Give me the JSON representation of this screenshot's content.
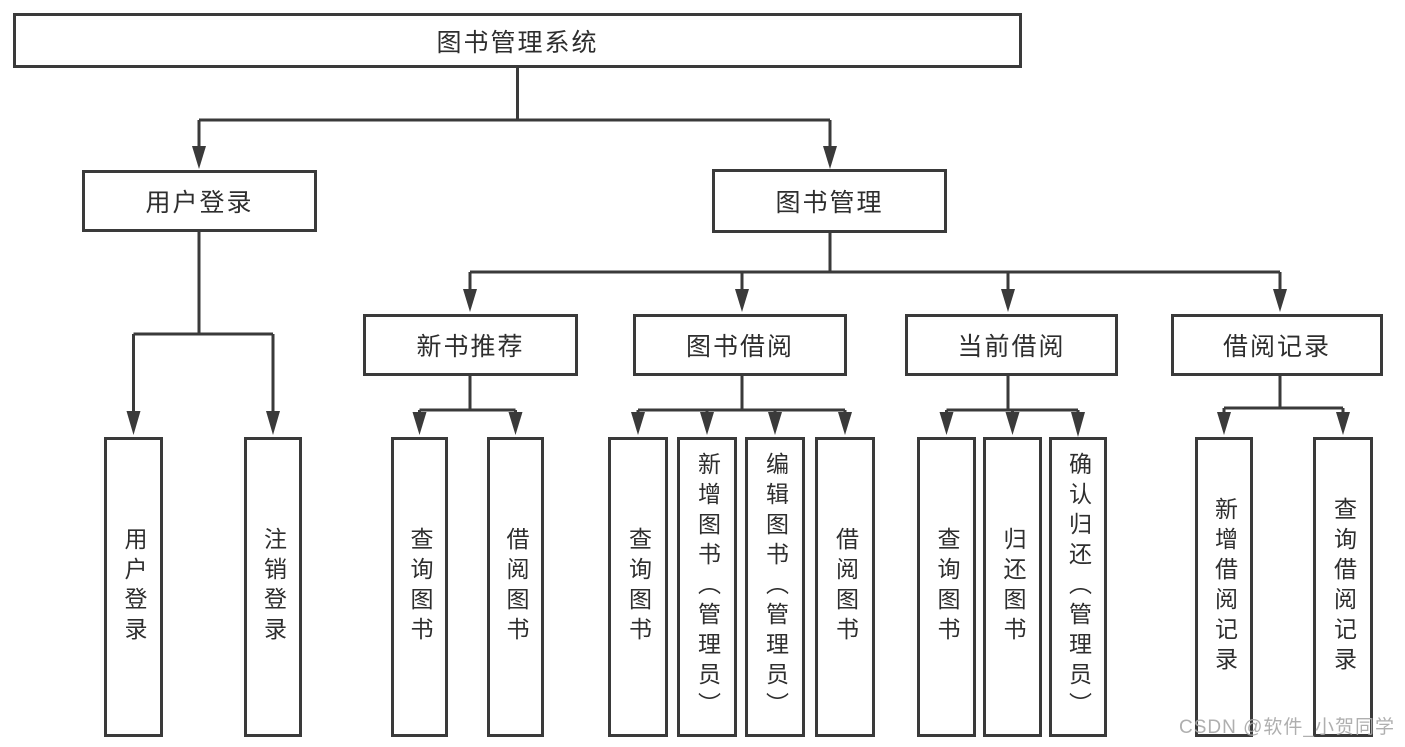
{
  "diagram": {
    "watermark": "CSDN @软件_小贺同学",
    "colors": {
      "line": "#3a3a3a",
      "text": "#2e2e2e",
      "background": "#ffffff",
      "watermark": "#a8a8a8"
    },
    "tree": {
      "root": {
        "label": "图书管理系统"
      },
      "level2": [
        {
          "label": "用户登录",
          "children": [
            "用户登录",
            "注销登录"
          ]
        },
        {
          "label": "图书管理",
          "children": [
            {
              "label": "新书推荐",
              "children": [
                "查询图书",
                "借阅图书"
              ]
            },
            {
              "label": "图书借阅",
              "children": [
                "查询图书",
                "新增图书（管理员）",
                "编辑图书（管理员）",
                "借阅图书"
              ]
            },
            {
              "label": "当前借阅",
              "children": [
                "查询图书",
                "归还图书",
                "确认归还（管理员）"
              ]
            },
            {
              "label": "借阅记录",
              "children": [
                "新增借阅记录",
                "查询借阅记录"
              ]
            }
          ]
        }
      ]
    }
  }
}
